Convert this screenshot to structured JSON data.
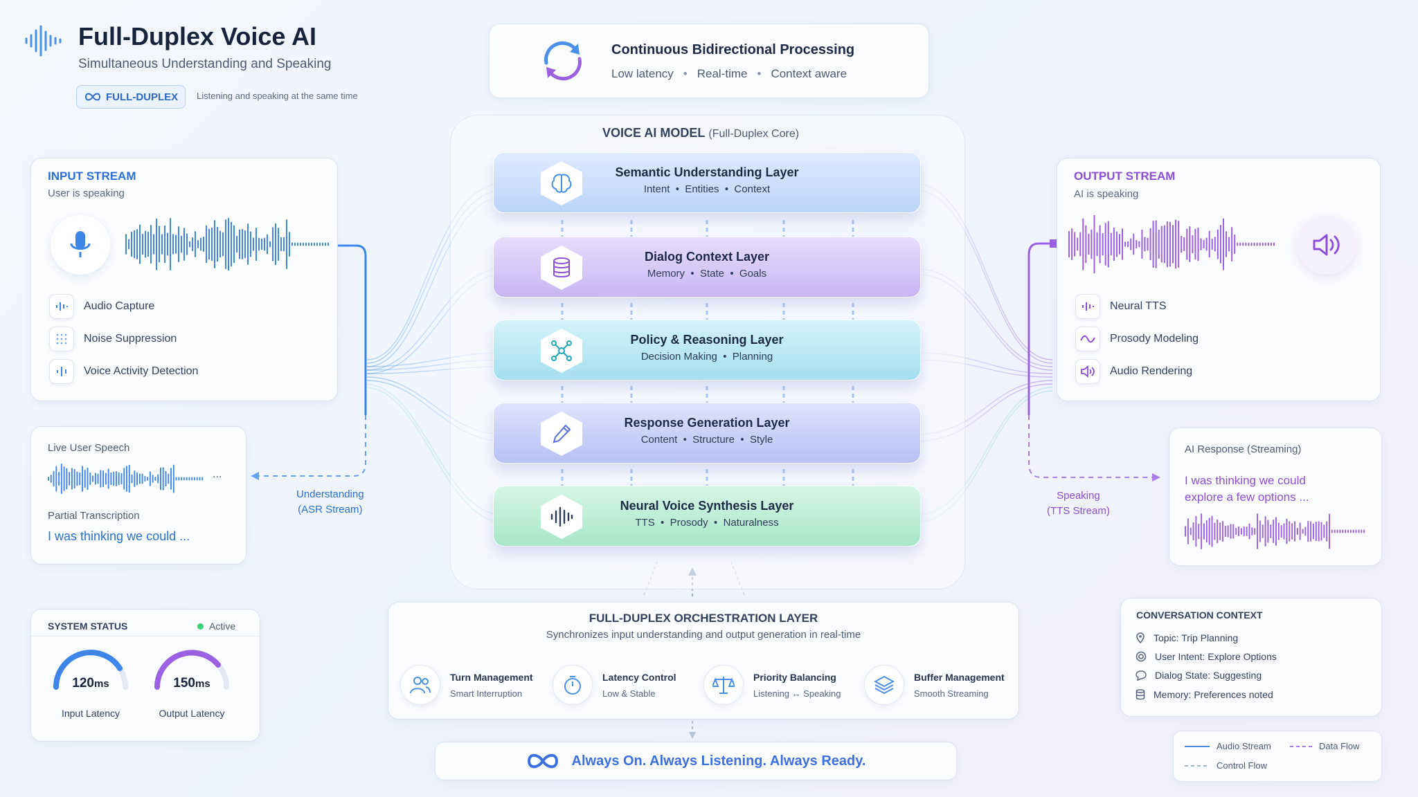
{
  "header": {
    "title": "Full-Duplex Voice AI",
    "subtitle": "Simultaneous Understanding and Speaking",
    "badge": "FULL-DUPLEX",
    "badge_note": "Listening and speaking at the same time"
  },
  "processing": {
    "title": "Continuous Bidirectional Processing",
    "tags": [
      "Low latency",
      "Real-time",
      "Context aware"
    ]
  },
  "model": {
    "title": "VOICE AI MODEL",
    "title_suffix": "(Full-Duplex Core)",
    "layers": [
      {
        "title": "Semantic Understanding Layer",
        "items": "Intent  •  Entities  •  Context",
        "icon": "brain-icon"
      },
      {
        "title": "Dialog Context Layer",
        "items": "Memory  •  State  •  Goals",
        "icon": "database-icon"
      },
      {
        "title": "Policy & Reasoning Layer",
        "items": "Decision Making  •  Planning",
        "icon": "network-icon"
      },
      {
        "title": "Response Generation Layer",
        "items": "Content  •  Structure  •  Style",
        "icon": "pen-icon"
      },
      {
        "title": "Neural Voice Synthesis Layer",
        "items": "TTS  •  Prosody  •  Naturalness",
        "icon": "waveform-icon"
      }
    ]
  },
  "input_stream": {
    "title": "INPUT STREAM",
    "status": "User is speaking",
    "features": [
      "Audio Capture",
      "Noise Suppression",
      "Voice Activity Detection"
    ]
  },
  "output_stream": {
    "title": "OUTPUT STREAM",
    "status": "AI is speaking",
    "features": [
      "Neural TTS",
      "Prosody Modeling",
      "Audio Rendering"
    ]
  },
  "live_speech": {
    "title": "Live User Speech",
    "ellipsis": "...",
    "transcription_label": "Partial Transcription",
    "transcription": "I was thinking we could ..."
  },
  "understanding_label": [
    "Understanding",
    "(ASR Stream)"
  ],
  "speaking_label": [
    "Speaking",
    "(TTS Stream)"
  ],
  "ai_response": {
    "title": "AI Response (Streaming)",
    "text_line1": "I was thinking we could",
    "text_line2": "explore a few options ..."
  },
  "system_status": {
    "title": "SYSTEM STATUS",
    "state": "Active",
    "gauges": [
      {
        "value": "120",
        "unit": "ms",
        "label": "Input Latency"
      },
      {
        "value": "150",
        "unit": "ms",
        "label": "Output Latency"
      }
    ]
  },
  "orchestration": {
    "title": "FULL-DUPLEX ORCHESTRATION LAYER",
    "subtitle": "Synchronizes input understanding and output generation in real-time",
    "items": [
      {
        "title": "Turn Management",
        "sub": "Smart Interruption",
        "icon": "users-icon"
      },
      {
        "title": "Latency Control",
        "sub": "Low & Stable",
        "icon": "timer-icon"
      },
      {
        "title": "Priority Balancing",
        "sub": "Listening ↔ Speaking",
        "icon": "scale-icon"
      },
      {
        "title": "Buffer Management",
        "sub": "Smooth Streaming",
        "icon": "layers-icon"
      }
    ]
  },
  "conversation_context": {
    "title": "CONVERSATION CONTEXT",
    "items": [
      {
        "text": "Topic: Trip Planning",
        "icon": "pin-icon"
      },
      {
        "text": "User Intent: Explore Options",
        "icon": "target-icon"
      },
      {
        "text": "Dialog State: Suggesting",
        "icon": "chat-icon"
      },
      {
        "text": "Memory: Preferences noted",
        "icon": "database-icon"
      }
    ]
  },
  "legend": {
    "audio": "Audio Stream",
    "data": "Data Flow",
    "control": "Control Flow"
  },
  "tagline": "Always On. Always Listening. Always Ready.",
  "colors": {
    "blue": "#2a6fd6",
    "purple": "#8b4fd8",
    "active": "#3ccf7a",
    "layer_blue": "#cfe0fb",
    "layer_purple": "#d9cdf7",
    "layer_cyan": "#bfe9f2",
    "layer_indigo": "#ccd3f8",
    "layer_green": "#c6efd9"
  }
}
